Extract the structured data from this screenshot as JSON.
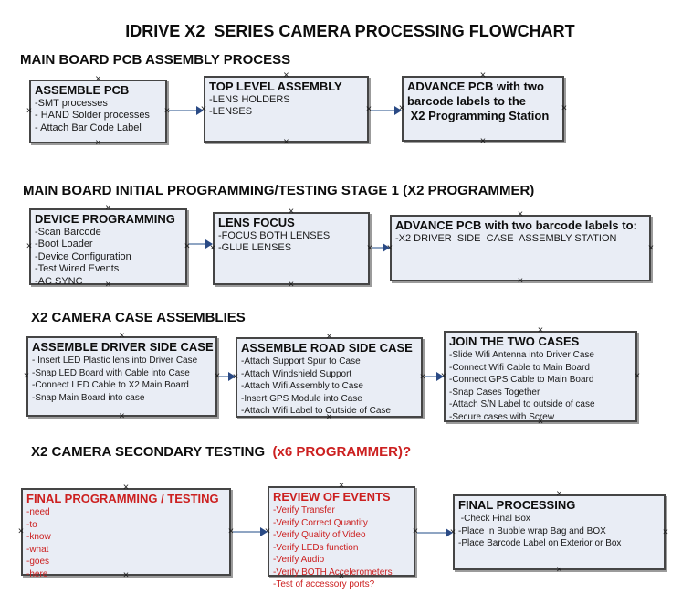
{
  "title": "IDRIVE X2  SERIES CAMERA PROCESSING FLOWCHART",
  "glyphs": {
    "connection_handle": "×"
  },
  "colors": {
    "box_fill": "#e9edf5",
    "arrow_line": "#8fa5c3",
    "arrow_head": "#2a4a85",
    "red": "#cc2020"
  },
  "sections": [
    {
      "heading": "MAIN BOARD PCB ASSEMBLY PROCESS",
      "boxes": [
        {
          "title_lines": [
            "ASSEMBLE PCB"
          ],
          "items": [
            "-SMT processes",
            "- HAND Solder processes",
            "- Attach Bar Code Label"
          ]
        },
        {
          "title_lines": [
            "TOP LEVEL ASSEMBLY"
          ],
          "items": [
            "-LENS HOLDERS",
            "-LENSES"
          ]
        },
        {
          "title_lines": [
            "ADVANCE PCB with two",
            "barcode labels to the",
            " X2 Programming Station"
          ],
          "items": []
        }
      ]
    },
    {
      "heading": "MAIN BOARD INITIAL PROGRAMMING/TESTING STAGE 1 (X2 PROGRAMMER)",
      "boxes": [
        {
          "title_lines": [
            "DEVICE PROGRAMMING"
          ],
          "items": [
            "-Scan Barcode",
            "-Boot Loader",
            "-Device Configuration",
            "-Test Wired Events",
            "-AC SYNC"
          ]
        },
        {
          "title_lines": [
            "LENS FOCUS"
          ],
          "items": [
            "-FOCUS BOTH LENSES",
            "-GLUE LENSES"
          ]
        },
        {
          "title_lines": [
            "ADVANCE PCB with two barcode labels to:"
          ],
          "items": [
            "-X2 DRIVER  SIDE  CASE  ASSEMBLY STATION"
          ]
        }
      ]
    },
    {
      "heading": "X2 CAMERA CASE ASSEMBLIES",
      "boxes": [
        {
          "title_lines": [
            "ASSEMBLE DRIVER SIDE CASE"
          ],
          "items": [
            "- Insert LED Plastic lens into Driver Case",
            "-Snap LED Board with Cable into Case",
            "-Connect LED Cable to X2 Main Board",
            "-Snap Main Board into case"
          ]
        },
        {
          "title_lines": [
            "ASSEMBLE ROAD SIDE CASE"
          ],
          "items": [
            "-Attach Support Spur to Case",
            "-Attach Windshield Support",
            "-Attach Wifi Assembly to Case",
            "-Insert GPS Module into Case",
            "-Attach Wifi Label to Outside of Case"
          ]
        },
        {
          "title_lines": [
            "JOIN THE TWO CASES"
          ],
          "items": [
            "-Slide Wifi Antenna into Driver Case",
            "-Connect Wifi Cable to Main Board",
            "-Connect GPS Cable to Main Board",
            "-Snap Cases Together",
            "-Attach S/N Label to outside of case",
            "-Secure cases with Screw"
          ]
        }
      ]
    },
    {
      "heading": "X2 CAMERA SECONDARY TESTING  ",
      "heading_red": "(x6 PROGRAMMER)?",
      "boxes": [
        {
          "title_lines": [
            "FINAL PROGRAMMING / TESTING"
          ],
          "items": [
            "-need",
            "-to",
            "-know",
            "-what",
            "-goes",
            "-here"
          ]
        },
        {
          "title_lines": [
            "REVIEW OF EVENTS"
          ],
          "items": [
            "-Verify Transfer",
            "-Verify Correct Quantity",
            "-Verify Quality of Video",
            "-Verify LEDs function",
            "-Verify Audio",
            "-Verify BOTH Accelerometers",
            "-Test of accessory ports?"
          ]
        },
        {
          "title_lines": [
            "FINAL PROCESSING"
          ],
          "items": [
            " -Check Final Box",
            "-Place In Bubble wrap Bag and BOX",
            "-Place Barcode Label on Exterior or Box"
          ]
        }
      ]
    }
  ]
}
